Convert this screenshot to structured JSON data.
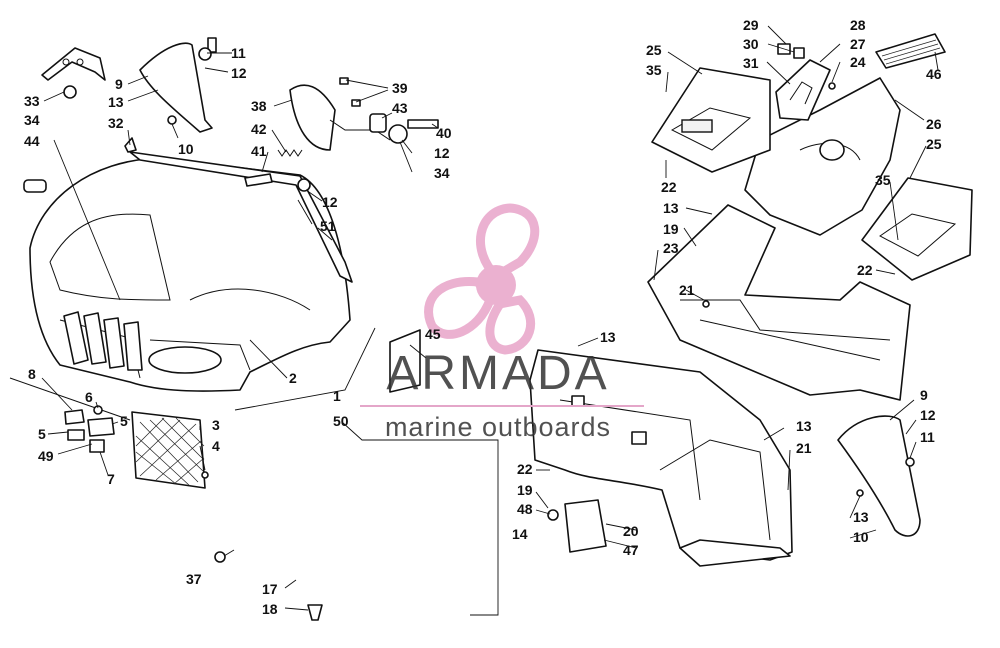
{
  "watermark": {
    "brand": "ARMADA",
    "tagline": "marine outboards",
    "colors": {
      "propeller": "#e9a9cc",
      "hub": "#e9a9cc",
      "text": "#333333"
    }
  },
  "callouts": [
    {
      "id": "c29",
      "label": "29"
    },
    {
      "id": "c28",
      "label": "28"
    },
    {
      "id": "c30",
      "label": "30"
    },
    {
      "id": "c27",
      "label": "27"
    },
    {
      "id": "c31",
      "label": "31"
    },
    {
      "id": "c24",
      "label": "24"
    },
    {
      "id": "c25a",
      "label": "25"
    },
    {
      "id": "c35a",
      "label": "35"
    },
    {
      "id": "c46",
      "label": "46"
    },
    {
      "id": "c26",
      "label": "26"
    },
    {
      "id": "c25b",
      "label": "25"
    },
    {
      "id": "c35b",
      "label": "35"
    },
    {
      "id": "c22a",
      "label": "22"
    },
    {
      "id": "c13a",
      "label": "13"
    },
    {
      "id": "c19a",
      "label": "19"
    },
    {
      "id": "c23",
      "label": "23"
    },
    {
      "id": "c21a",
      "label": "21"
    },
    {
      "id": "c22b",
      "label": "22"
    },
    {
      "id": "c11a",
      "label": "11"
    },
    {
      "id": "c12a",
      "label": "12"
    },
    {
      "id": "c9a",
      "label": "9"
    },
    {
      "id": "c13b",
      "label": "13"
    },
    {
      "id": "c10a",
      "label": "10"
    },
    {
      "id": "c33",
      "label": "33"
    },
    {
      "id": "c34a",
      "label": "34"
    },
    {
      "id": "c44",
      "label": "44"
    },
    {
      "id": "c32",
      "label": "32"
    },
    {
      "id": "c39",
      "label": "39"
    },
    {
      "id": "c38",
      "label": "38"
    },
    {
      "id": "c43",
      "label": "43"
    },
    {
      "id": "c42",
      "label": "42"
    },
    {
      "id": "c40",
      "label": "40"
    },
    {
      "id": "c41",
      "label": "41"
    },
    {
      "id": "c12b",
      "label": "12"
    },
    {
      "id": "c34b",
      "label": "34"
    },
    {
      "id": "c12c",
      "label": "12"
    },
    {
      "id": "c51",
      "label": "51"
    },
    {
      "id": "c45",
      "label": "45"
    },
    {
      "id": "c2",
      "label": "2"
    },
    {
      "id": "c1",
      "label": "1"
    },
    {
      "id": "c8",
      "label": "8"
    },
    {
      "id": "c6",
      "label": "6"
    },
    {
      "id": "c5a",
      "label": "5"
    },
    {
      "id": "c5b",
      "label": "5"
    },
    {
      "id": "c3",
      "label": "3"
    },
    {
      "id": "c50",
      "label": "50"
    },
    {
      "id": "c49",
      "label": "49"
    },
    {
      "id": "c4",
      "label": "4"
    },
    {
      "id": "c7",
      "label": "7"
    },
    {
      "id": "c13c",
      "label": "13"
    },
    {
      "id": "c13d",
      "label": "13"
    },
    {
      "id": "c21b",
      "label": "21"
    },
    {
      "id": "c9b",
      "label": "9"
    },
    {
      "id": "c12d",
      "label": "12"
    },
    {
      "id": "c11b",
      "label": "11"
    },
    {
      "id": "c22c",
      "label": "22"
    },
    {
      "id": "c19b",
      "label": "19"
    },
    {
      "id": "c48",
      "label": "48"
    },
    {
      "id": "c20",
      "label": "20"
    },
    {
      "id": "c47",
      "label": "47"
    },
    {
      "id": "c14",
      "label": "14"
    },
    {
      "id": "c13e",
      "label": "13"
    },
    {
      "id": "c10b",
      "label": "10"
    },
    {
      "id": "c37",
      "label": "37"
    },
    {
      "id": "c17",
      "label": "17"
    },
    {
      "id": "c18",
      "label": "18"
    }
  ]
}
